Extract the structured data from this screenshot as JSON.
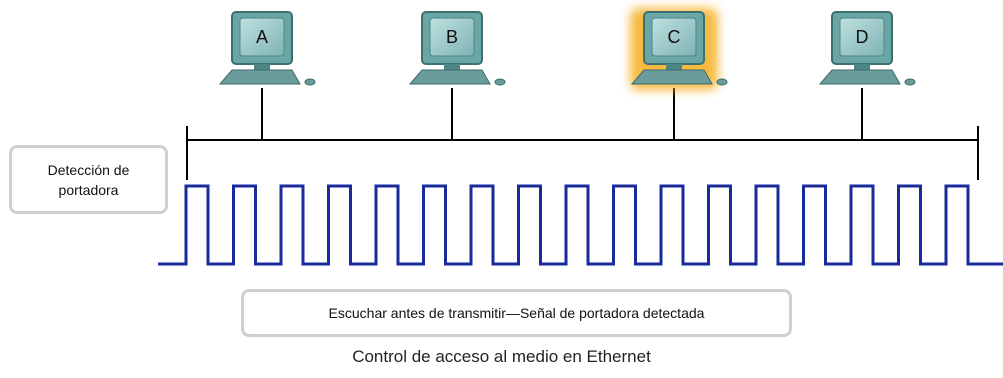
{
  "hosts": [
    {
      "label": "A",
      "highlighted": false
    },
    {
      "label": "B",
      "highlighted": false
    },
    {
      "label": "C",
      "highlighted": true
    },
    {
      "label": "D",
      "highlighted": false
    }
  ],
  "carrier_label": "Detección de\nportadora",
  "signal_label": "Escuchar antes de transmitir—Señal de portadora detectada",
  "caption": "Control de acceso al medio en Ethernet",
  "colors": {
    "bus_line": "#000000",
    "signal": "#1a2b9c",
    "monitor": "#6aa6a6",
    "highlight": "#f5a300",
    "callout_border": "#cfcfcf"
  }
}
